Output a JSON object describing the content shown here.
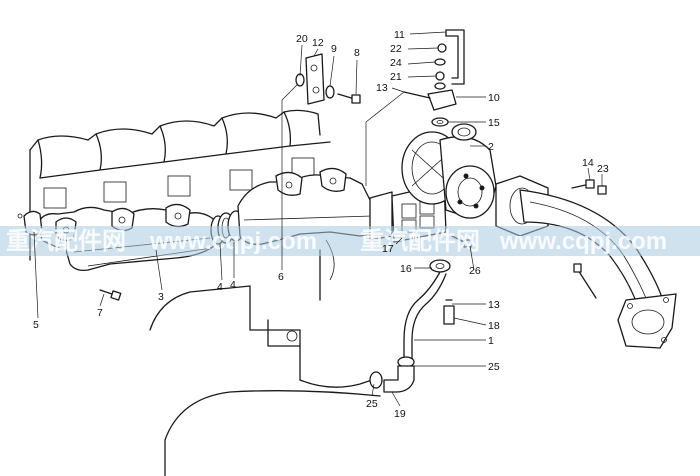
{
  "watermark": {
    "segments": [
      "重汽配件网",
      "www.cqpj.com",
      "重汽配件网",
      "www.cqpj.com"
    ]
  },
  "callouts": [
    {
      "id": "c1",
      "text": "1"
    },
    {
      "id": "c2",
      "text": "2"
    },
    {
      "id": "c3",
      "text": "3"
    },
    {
      "id": "c4a",
      "text": "4"
    },
    {
      "id": "c4b",
      "text": "4"
    },
    {
      "id": "c5",
      "text": "5"
    },
    {
      "id": "c6",
      "text": "6"
    },
    {
      "id": "c7",
      "text": "7"
    },
    {
      "id": "c8",
      "text": "8"
    },
    {
      "id": "c9",
      "text": "9"
    },
    {
      "id": "c10",
      "text": "10"
    },
    {
      "id": "c11",
      "text": "11"
    },
    {
      "id": "c12",
      "text": "12"
    },
    {
      "id": "c13a",
      "text": "13"
    },
    {
      "id": "c13b",
      "text": "13"
    },
    {
      "id": "c14",
      "text": "14"
    },
    {
      "id": "c15",
      "text": "15"
    },
    {
      "id": "c16",
      "text": "16"
    },
    {
      "id": "c17",
      "text": "17"
    },
    {
      "id": "c18",
      "text": "18"
    },
    {
      "id": "c19",
      "text": "19"
    },
    {
      "id": "c20",
      "text": "20"
    },
    {
      "id": "c21",
      "text": "21"
    },
    {
      "id": "c22",
      "text": "22"
    },
    {
      "id": "c23",
      "text": "23"
    },
    {
      "id": "c24",
      "text": "24"
    },
    {
      "id": "c25a",
      "text": "25"
    },
    {
      "id": "c25b",
      "text": "25"
    },
    {
      "id": "c26",
      "text": "26"
    }
  ]
}
